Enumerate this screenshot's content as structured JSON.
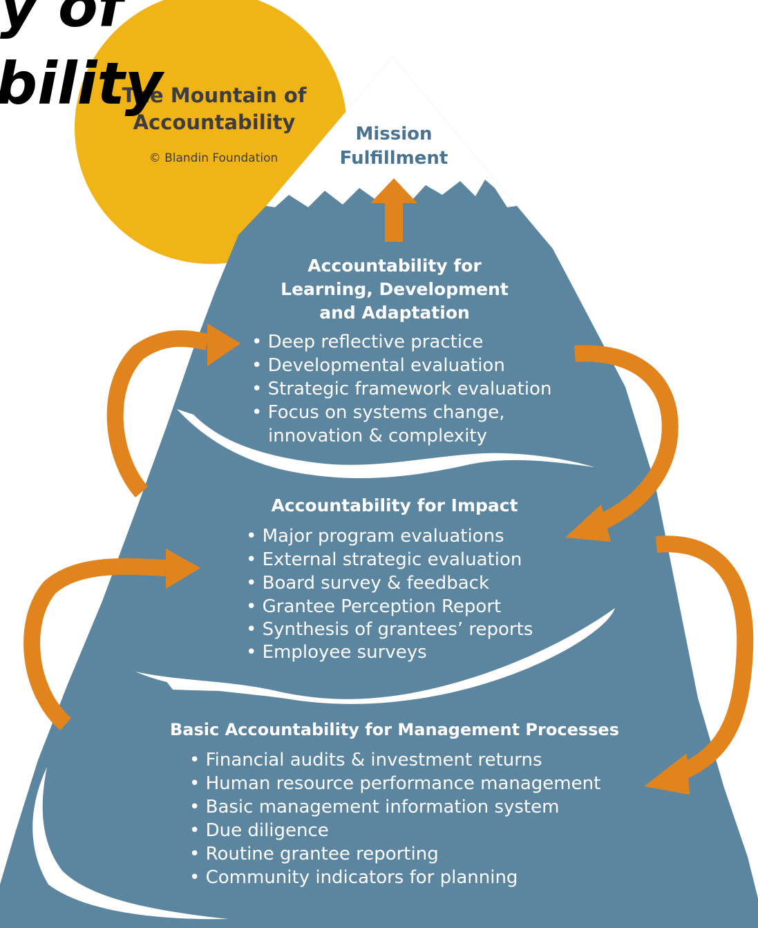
{
  "overlay_title": {
    "line1_fragment": "y of",
    "line2_fragment": "bility"
  },
  "sun": {
    "title_line1": "The Mountain of",
    "title_line2": "Accountability",
    "copyright": "© Blandin Foundation",
    "color": "#F0B417"
  },
  "peak": {
    "line1": "Mission",
    "line2": "Fulfillment"
  },
  "tiers": [
    {
      "heading_lines": [
        "Accountability for",
        "Learning, Development",
        "and Adaptation"
      ],
      "items": [
        "• Deep reflective practice",
        "• Developmental evaluation",
        "• Strategic framework evaluation",
        "• Focus on systems change,",
        "innovation & complexity"
      ]
    },
    {
      "heading_lines": [
        "Accountability for Impact"
      ],
      "items": [
        "• Major program evaluations",
        "• External strategic evaluation",
        "• Board survey & feedback",
        "• Grantee Perception Report",
        "• Synthesis of grantees’ reports",
        "• Employee surveys"
      ]
    },
    {
      "heading_lines": [
        "Basic Accountability for Management Processes"
      ],
      "items": [
        "• Financial audits & investment returns",
        "• Human resource performance management",
        "• Basic management information system",
        "• Due diligence",
        "• Routine grantee reporting",
        "• Community indicators for planning"
      ]
    }
  ],
  "colors": {
    "mountain": "#5C86A0",
    "snow": "#FFFFFF",
    "arrow": "#E2841E",
    "text_light": "#FFFFFF",
    "text_dark_blue": "#4A7391",
    "sun_text": "#3D3D3D"
  }
}
